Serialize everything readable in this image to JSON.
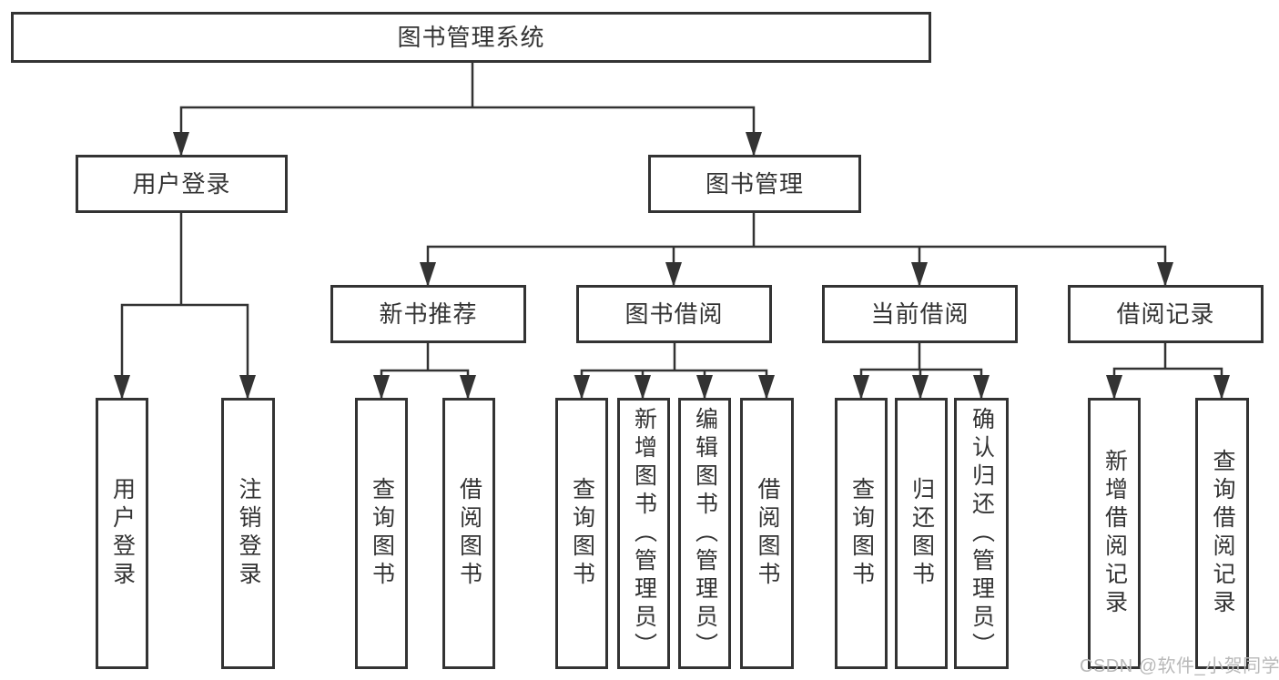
{
  "watermark": "CSDN @软件_小贺同学",
  "colors": {
    "line": "#333333",
    "border": "#333333",
    "text": "#333333",
    "watermark_text": "#b9b9b9",
    "background": "#ffffff"
  },
  "tree": {
    "label": "图书管理系统",
    "children": [
      {
        "label": "用户登录",
        "children": [
          {
            "label": "用户登录"
          },
          {
            "label": "注销登录"
          }
        ]
      },
      {
        "label": "图书管理",
        "children": [
          {
            "label": "新书推荐",
            "children": [
              {
                "label": "查询图书"
              },
              {
                "label": "借阅图书"
              }
            ]
          },
          {
            "label": "图书借阅",
            "children": [
              {
                "label": "查询图书"
              },
              {
                "label": "新增图书（管理员）"
              },
              {
                "label": "编辑图书（管理员）"
              },
              {
                "label": "借阅图书"
              }
            ]
          },
          {
            "label": "当前借阅",
            "children": [
              {
                "label": "查询图书"
              },
              {
                "label": "归还图书"
              },
              {
                "label": "确认归还（管理员）"
              }
            ]
          },
          {
            "label": "借阅记录",
            "children": [
              {
                "label": "新增借阅记录"
              },
              {
                "label": "查询借阅记录"
              }
            ]
          }
        ]
      }
    ]
  }
}
